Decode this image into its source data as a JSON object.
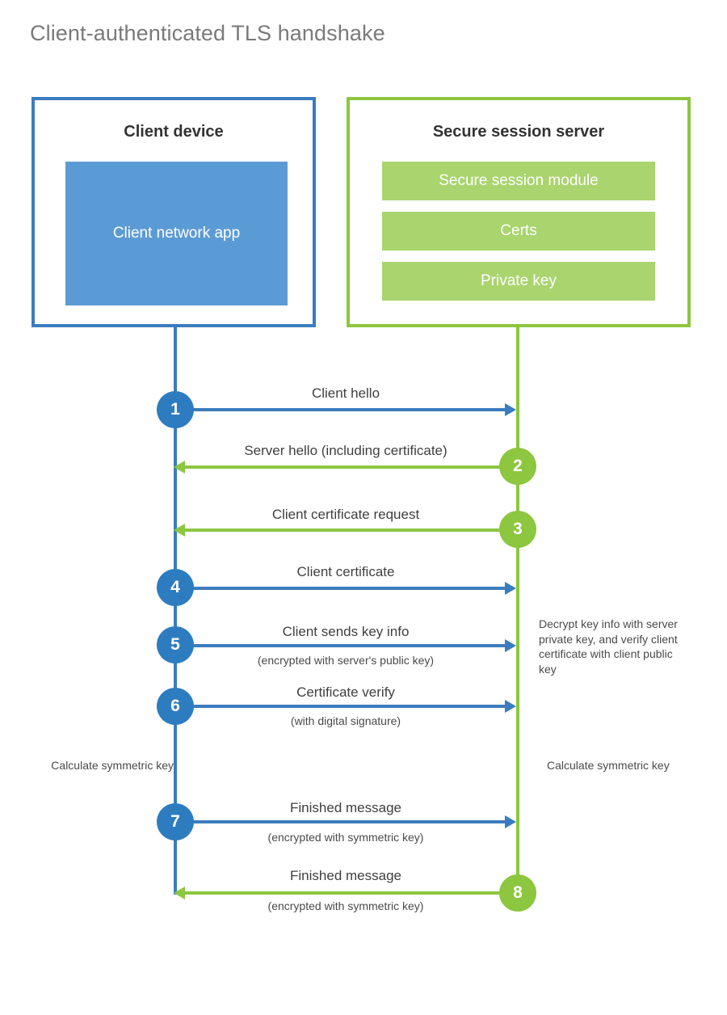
{
  "title": "Client-authenticated TLS handshake",
  "colors": {
    "client_accent": "#3b7cbd",
    "client_fill": "#5b9bd5",
    "server_accent": "#8dc63f",
    "server_fill": "#a9d46e",
    "step_blue": "#2e7cc0",
    "step_green": "#8dc63f",
    "title_text": "#7a7a7a",
    "body_text": "#3f3f3f",
    "background": "#ffffff"
  },
  "entities": {
    "client": {
      "title": "Client device",
      "app_label": "Client network app"
    },
    "server": {
      "title": "Secure session server",
      "components": [
        "Secure session module",
        "Certs",
        "Private key"
      ]
    }
  },
  "steps": [
    {
      "number": "1",
      "label": "Client hello",
      "sublabel": "",
      "direction": "client-to-server",
      "color": "blue"
    },
    {
      "number": "2",
      "label": "Server hello (including certificate)",
      "sublabel": "",
      "direction": "server-to-client",
      "color": "green"
    },
    {
      "number": "3",
      "label": "Client certificate request",
      "sublabel": "",
      "direction": "server-to-client",
      "color": "green"
    },
    {
      "number": "4",
      "label": "Client certificate",
      "sublabel": "",
      "direction": "client-to-server",
      "color": "blue"
    },
    {
      "number": "5",
      "label": "Client sends key info",
      "sublabel": "(encrypted with server's public key)",
      "direction": "client-to-server",
      "color": "blue"
    },
    {
      "number": "6",
      "label": "Certificate verify",
      "sublabel": "(with digital signature)",
      "direction": "client-to-server",
      "color": "blue"
    },
    {
      "number": "7",
      "label": "Finished message",
      "sublabel": "(encrypted with symmetric key)",
      "direction": "client-to-server",
      "color": "blue"
    },
    {
      "number": "8",
      "label": "Finished message",
      "sublabel": "(encrypted with symmetric key)",
      "direction": "server-to-client",
      "color": "green"
    }
  ],
  "annotations": {
    "server_decrypt_note": "Decrypt key info with server private key, and verify client certificate with client public key",
    "client_calculate_note": "Calculate symmetric key",
    "server_calculate_note": "Calculate symmetric key"
  },
  "chart_data": {
    "type": "diagram",
    "diagram_kind": "sequence",
    "title": "Client-authenticated TLS handshake",
    "participants": [
      "Client device",
      "Secure session server"
    ],
    "messages": [
      {
        "seq": 1,
        "from": "Client device",
        "to": "Secure session server",
        "text": "Client hello"
      },
      {
        "seq": 2,
        "from": "Secure session server",
        "to": "Client device",
        "text": "Server hello (including certificate)"
      },
      {
        "seq": 3,
        "from": "Secure session server",
        "to": "Client device",
        "text": "Client certificate request"
      },
      {
        "seq": 4,
        "from": "Client device",
        "to": "Secure session server",
        "text": "Client certificate"
      },
      {
        "seq": 5,
        "from": "Client device",
        "to": "Secure session server",
        "text": "Client sends key info",
        "note": "(encrypted with server's public key)"
      },
      {
        "seq": 6,
        "from": "Client device",
        "to": "Secure session server",
        "text": "Certificate verify",
        "note": "(with digital signature)"
      },
      {
        "seq": 7,
        "from": "Client device",
        "to": "Secure session server",
        "text": "Finished message",
        "note": "(encrypted with symmetric key)"
      },
      {
        "seq": 8,
        "from": "Secure session server",
        "to": "Client device",
        "text": "Finished message",
        "note": "(encrypted with symmetric key)"
      }
    ]
  }
}
